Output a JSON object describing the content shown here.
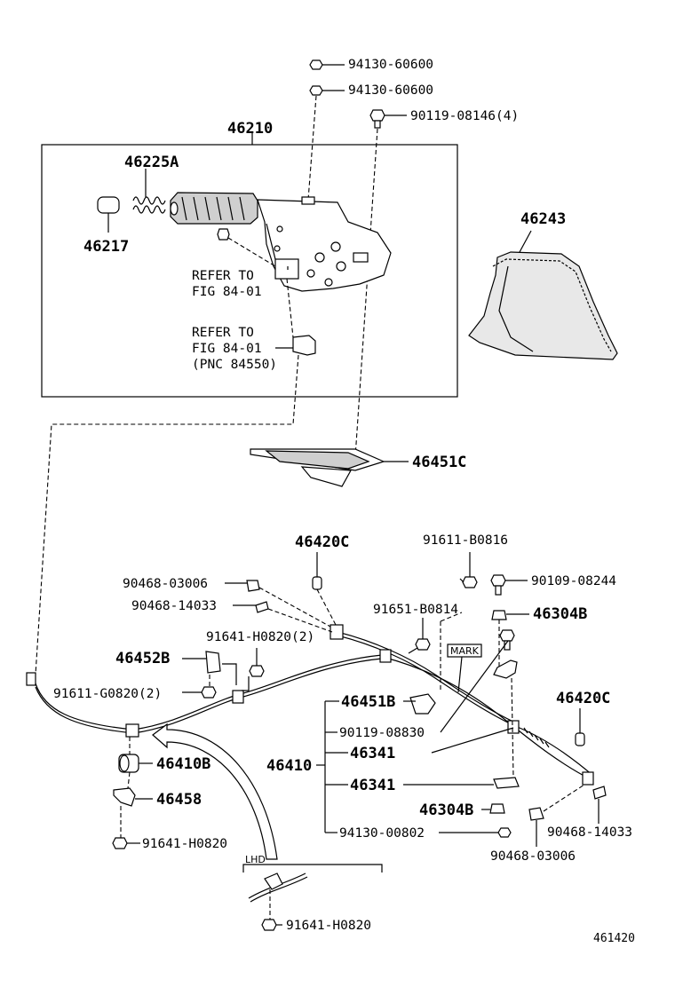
{
  "labels": {
    "p94130_60600_a": "94130-60600",
    "p94130_60600_b": "94130-60600",
    "p90119_08146": "90119-08146(4)",
    "p46210": "46210",
    "p46225A": "46225A",
    "p46217": "46217",
    "p46243": "46243",
    "refer_to_1": "REFER TO",
    "fig_84_01_a": "FIG 84-01",
    "refer_to_2": "REFER TO",
    "fig_84_01_b": "FIG 84-01",
    "pnc_84550": "(PNC 84550)",
    "p46451C": "46451C",
    "p46420C_a": "46420C",
    "p91611_B0816": "91611-B0816",
    "p90468_03006_a": "90468-03006",
    "p90109_08244": "90109-08244",
    "p90468_14033_a": "90468-14033",
    "p91651_B0814": "91651-B0814",
    "p46304B_a": "46304B",
    "p91641_H0820_2": "91641-H0820(2)",
    "mark": "MARK",
    "p46452B": "46452B",
    "p91611_G0820_2": "91611-G0820(2)",
    "p46451B": "46451B",
    "p46420C_b": "46420C",
    "p90119_08830": "90119-08830",
    "p46410B": "46410B",
    "p46341_a": "46341",
    "p46410": "46410",
    "p46341_b": "46341",
    "p46458": "46458",
    "p46304B_b": "46304B",
    "p94130_00802": "94130-00802",
    "p90468_14033_b": "90468-14033",
    "p91641_H0820_a": "91641-H0820",
    "p90468_03006_b": "90468-03006",
    "lhd": "LHD",
    "p91641_H0820_b": "91641-H0820",
    "figure_number": "461420"
  }
}
